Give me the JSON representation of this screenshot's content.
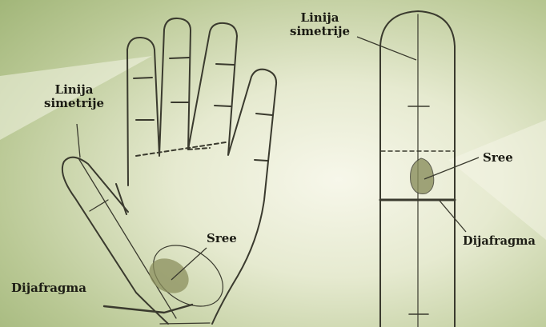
{
  "colors": {
    "background_light": "#f4f4e6",
    "background_green": "#a9bd80",
    "outline": "#3a3a2e",
    "heart_fill": "#8b8f5e"
  },
  "labels": {
    "hand_symmetry_line": [
      "Linija",
      "simetrije"
    ],
    "hand_heart": "Sree",
    "hand_diaphragm": "Dijafragma",
    "finger_symmetry_line": [
      "Linija",
      "simetrije"
    ],
    "finger_heart": "Sree",
    "finger_diaphragm": "Dijafragma"
  }
}
